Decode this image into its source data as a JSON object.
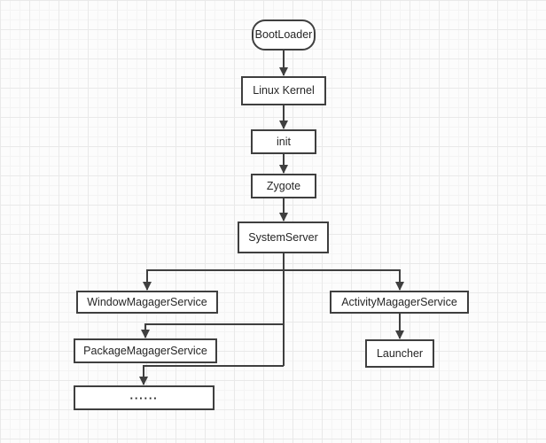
{
  "diagram": {
    "type": "flowchart",
    "colors": {
      "canvas": "#fcfcfc",
      "grid_minor": "#f4f4f4",
      "grid_major": "#e9e9e9",
      "node_border": "#3f3f3f",
      "node_fill": "#ffffff",
      "node_text": "#262626",
      "connector": "#3f3f3f"
    },
    "nodes": {
      "bootloader": "BootLoader",
      "linux_kernel": "Linux Kernel",
      "init": "init",
      "zygote": "Zygote",
      "system_server": "SystemServer",
      "window_magager_service": "WindowMagagerService",
      "activity_magager_service": "ActivityMagagerService",
      "package_magager_service": "PackageMagagerService",
      "ellipsis": "······",
      "launcher": "Launcher"
    },
    "edges": [
      {
        "from": "BootLoader",
        "to": "Linux Kernel"
      },
      {
        "from": "Linux Kernel",
        "to": "init"
      },
      {
        "from": "init",
        "to": "Zygote"
      },
      {
        "from": "Zygote",
        "to": "SystemServer"
      },
      {
        "from": "SystemServer",
        "to": "WindowMagagerService"
      },
      {
        "from": "SystemServer",
        "to": "ActivityMagagerService"
      },
      {
        "from": "SystemServer",
        "to": "PackageMagagerService"
      },
      {
        "from": "SystemServer",
        "to": "······"
      },
      {
        "from": "ActivityMagagerService",
        "to": "Launcher"
      }
    ]
  }
}
